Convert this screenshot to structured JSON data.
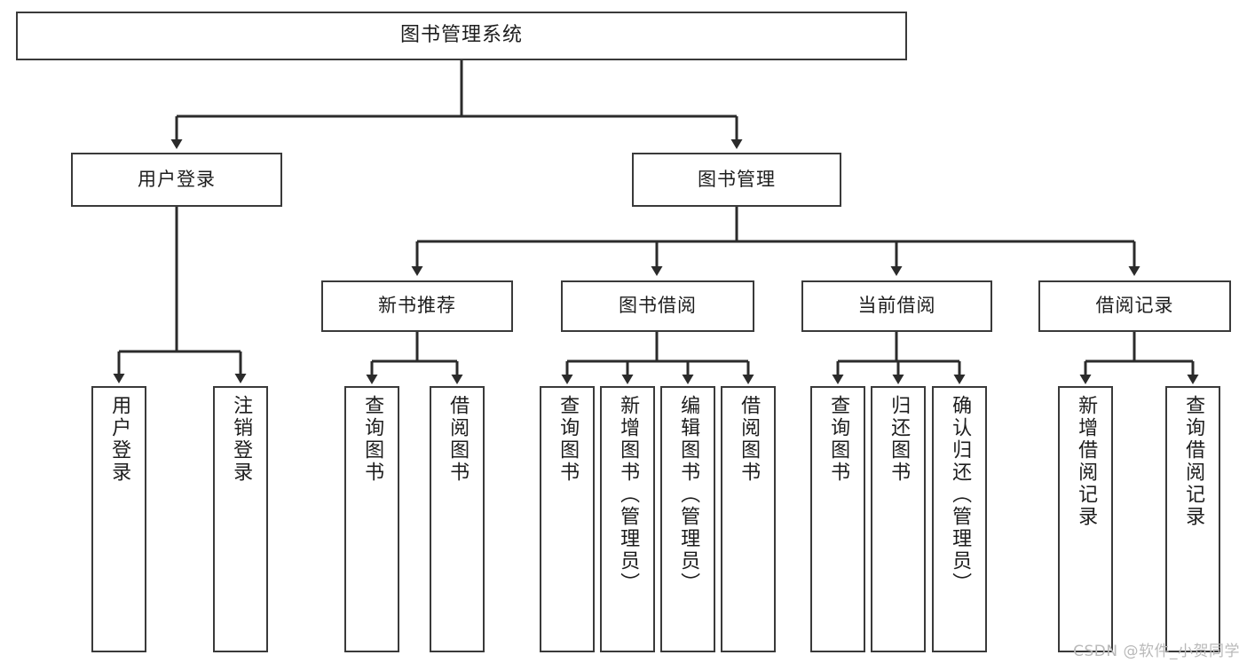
{
  "diagram": {
    "type": "tree",
    "title": "图书管理系统",
    "orientation": "top-down",
    "colors": {
      "box_border": "#3a3a3a",
      "box_fill": "#ffffff",
      "connector": "#2b2b2b",
      "text": "#1d1d1d",
      "watermark": "#b9b9b9"
    },
    "root": {
      "label": "图书管理系统"
    },
    "level2": [
      {
        "id": "user-login",
        "label": "用户登录"
      },
      {
        "id": "book-manage",
        "label": "图书管理"
      }
    ],
    "level3": [
      {
        "id": "new-book-recommend",
        "label": "新书推荐",
        "parent": "book-manage"
      },
      {
        "id": "book-borrow",
        "label": "图书借阅",
        "parent": "book-manage"
      },
      {
        "id": "current-borrow",
        "label": "当前借阅",
        "parent": "book-manage"
      },
      {
        "id": "borrow-record",
        "label": "借阅记录",
        "parent": "book-manage"
      }
    ],
    "leaves": [
      {
        "id": "leaf-user-login",
        "label": "用户登录",
        "parent": "user-login"
      },
      {
        "id": "leaf-user-logout",
        "label": "注销登录",
        "parent": "user-login"
      },
      {
        "id": "leaf-query-book-1",
        "label": "查询图书",
        "parent": "new-book-recommend"
      },
      {
        "id": "leaf-borrow-book-1",
        "label": "借阅图书",
        "parent": "new-book-recommend"
      },
      {
        "id": "leaf-query-book-2",
        "label": "查询图书",
        "parent": "book-borrow"
      },
      {
        "id": "leaf-add-book",
        "label": "新增图书（管理员）",
        "parent": "book-borrow"
      },
      {
        "id": "leaf-edit-book",
        "label": "编辑图书（管理员）",
        "parent": "book-borrow"
      },
      {
        "id": "leaf-borrow-book-2",
        "label": "借阅图书",
        "parent": "book-borrow"
      },
      {
        "id": "leaf-query-book-3",
        "label": "查询图书",
        "parent": "current-borrow"
      },
      {
        "id": "leaf-return-book",
        "label": "归还图书",
        "parent": "current-borrow"
      },
      {
        "id": "leaf-confirm-return",
        "label": "确认归还（管理员）",
        "parent": "current-borrow"
      },
      {
        "id": "leaf-add-record",
        "label": "新增借阅记录",
        "parent": "borrow-record"
      },
      {
        "id": "leaf-query-record",
        "label": "查询借阅记录",
        "parent": "borrow-record"
      }
    ]
  },
  "watermark": {
    "text": "CSDN @软件_小贺同学"
  }
}
